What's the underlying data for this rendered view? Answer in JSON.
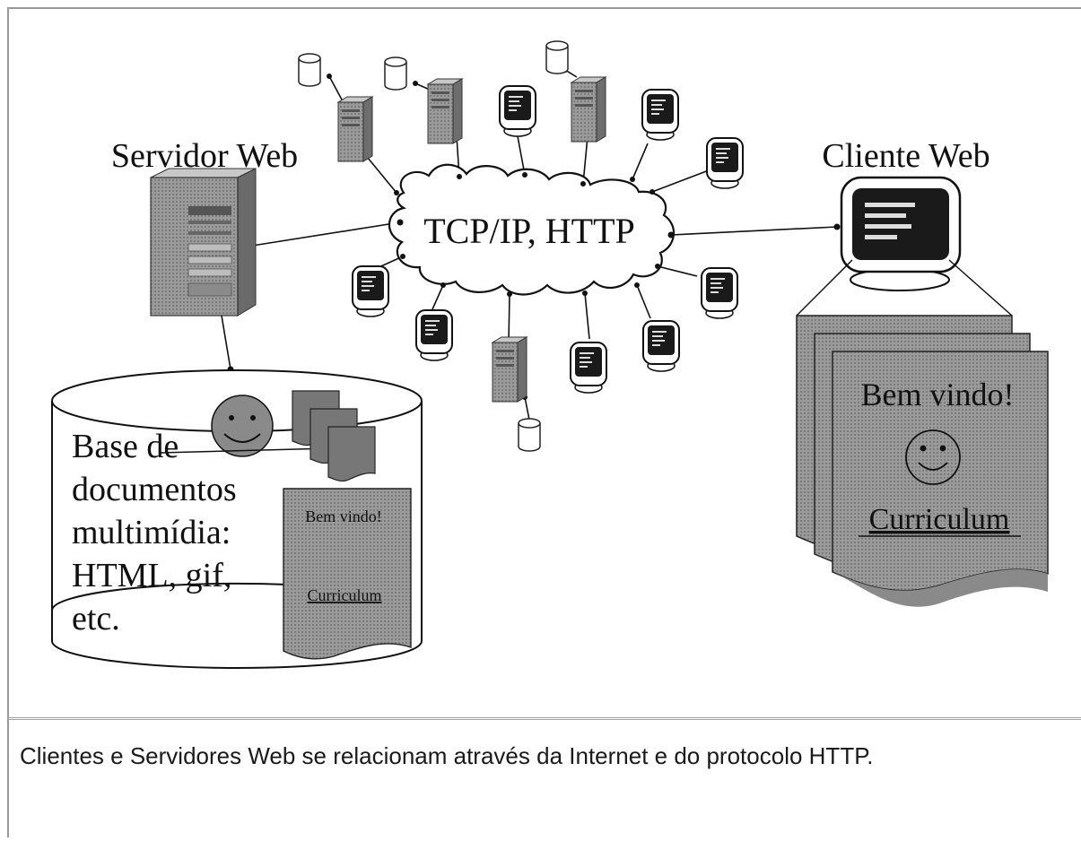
{
  "labels": {
    "server": "Servidor Web",
    "client": "Cliente Web",
    "network": "TCP/IP, HTTP",
    "database_lines": [
      "Base de",
      "documentos",
      "multimídia:",
      "HTML, gif,",
      "etc."
    ],
    "doc_small_welcome": "Bem vindo!",
    "doc_small_link": "Curriculum",
    "doc_large_welcome": "Bem vindo!",
    "doc_large_link": "Curriculum"
  },
  "caption": "Clientes e Servidores Web se relacionam através da Internet e do protocolo HTTP.",
  "icons": [
    "server-tower-icon",
    "database-icon",
    "monitor-icon",
    "cloud-icon",
    "smiley-icon",
    "document-stack-icon"
  ],
  "colors": {
    "shade": "#8a8a8a",
    "line": "#111111",
    "screen": "#1a1a1a"
  }
}
